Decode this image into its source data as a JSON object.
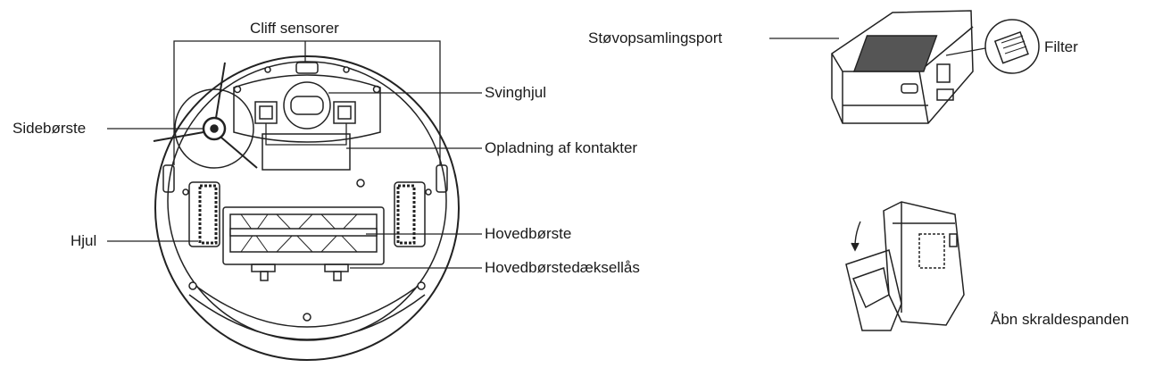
{
  "labels": {
    "cliff_sensors": "Cliff sensorer",
    "swivel_wheel": "Svinghjul",
    "side_brush": "Sidebørste",
    "charging_contacts": "Opladning af kontakter",
    "wheel": "Hjul",
    "main_brush": "Hovedbørste",
    "main_brush_cover_lock": "Hovedbørstedæksellås",
    "dust_collection_port": "Støvopsamlingsport",
    "filter": "Filter",
    "open_dustbin": "Åbn skraldespanden"
  }
}
